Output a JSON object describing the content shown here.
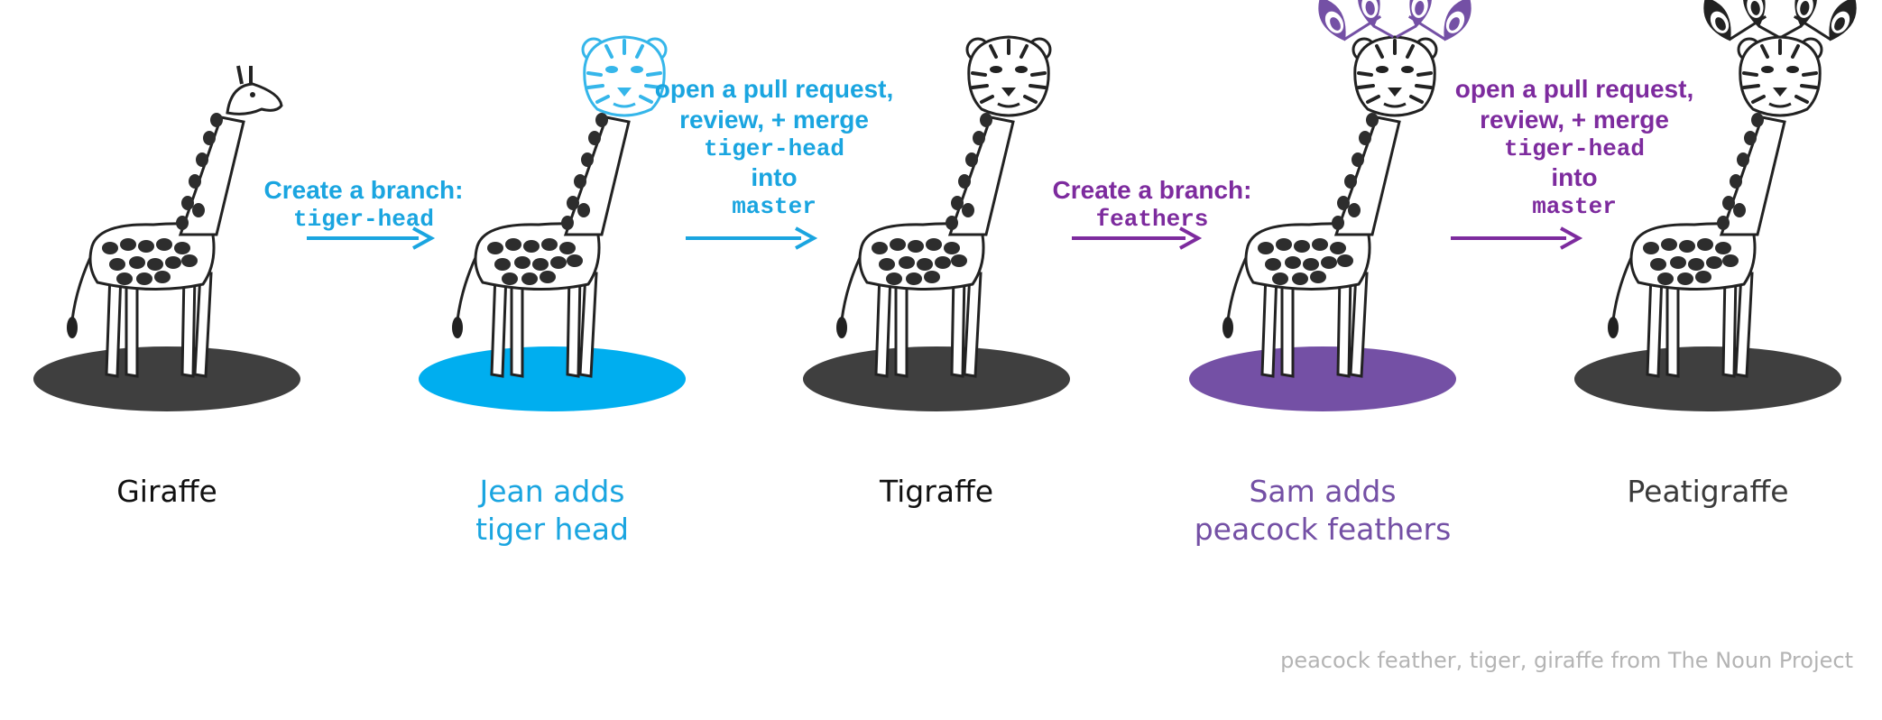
{
  "colors": {
    "dark": "#3f3f3f",
    "blue": "#00aeef",
    "purple": "#7450a5",
    "purple_text": "#7d2b9e",
    "black_text": "#111111",
    "gray_text": "#3a3a3a",
    "credit_text": "#b4b4b4"
  },
  "steps": [
    {
      "label_lines": [
        "Giraffe"
      ],
      "color": "#111111",
      "base_color": "#3f3f3f",
      "head": "giraffe",
      "head_color": "#222222",
      "feathers": "none"
    },
    {
      "label_lines": [
        "Jean adds",
        "tiger head"
      ],
      "color": "#1aa5e0",
      "base_color": "#00aeef",
      "head": "tiger",
      "head_color": "#35b6ea",
      "feathers": "none"
    },
    {
      "label_lines": [
        "Tigraffe"
      ],
      "color": "#111111",
      "base_color": "#3f3f3f",
      "head": "tiger",
      "head_color": "#222222",
      "feathers": "none"
    },
    {
      "label_lines": [
        "Sam adds",
        "peacock feathers"
      ],
      "color": "#7450a5",
      "base_color": "#7450a5",
      "head": "tiger",
      "head_color": "#222222",
      "feathers": "#7450a5"
    },
    {
      "label_lines": [
        "Peatigraffe"
      ],
      "color": "#3a3a3a",
      "base_color": "#3f3f3f",
      "head": "tiger",
      "head_color": "#222222",
      "feathers": "#222222"
    }
  ],
  "transitions": [
    {
      "lines": [
        {
          "text": "Create a branch:",
          "mono": false
        },
        {
          "text": "tiger-head",
          "mono": true
        }
      ],
      "color": "#1aa5e0"
    },
    {
      "lines": [
        {
          "text": "open a pull request,",
          "mono": false
        },
        {
          "text": "review, + merge",
          "mono": false
        },
        {
          "text": "tiger-head",
          "mono": true
        },
        {
          "text": "into",
          "mono": false
        },
        {
          "text": "master",
          "mono": true
        }
      ],
      "color": "#1aa5e0"
    },
    {
      "lines": [
        {
          "text": "Create a branch:",
          "mono": false
        },
        {
          "text": "feathers",
          "mono": true
        }
      ],
      "color": "#7d2b9e"
    },
    {
      "lines": [
        {
          "text": "open a pull request,",
          "mono": false
        },
        {
          "text": "review, + merge",
          "mono": false
        },
        {
          "text": "tiger-head",
          "mono": true
        },
        {
          "text": "into",
          "mono": false
        },
        {
          "text": "master",
          "mono": true
        }
      ],
      "color": "#7d2b9e"
    }
  ],
  "credit": "peacock feather, tiger, giraffe from The Noun Project"
}
